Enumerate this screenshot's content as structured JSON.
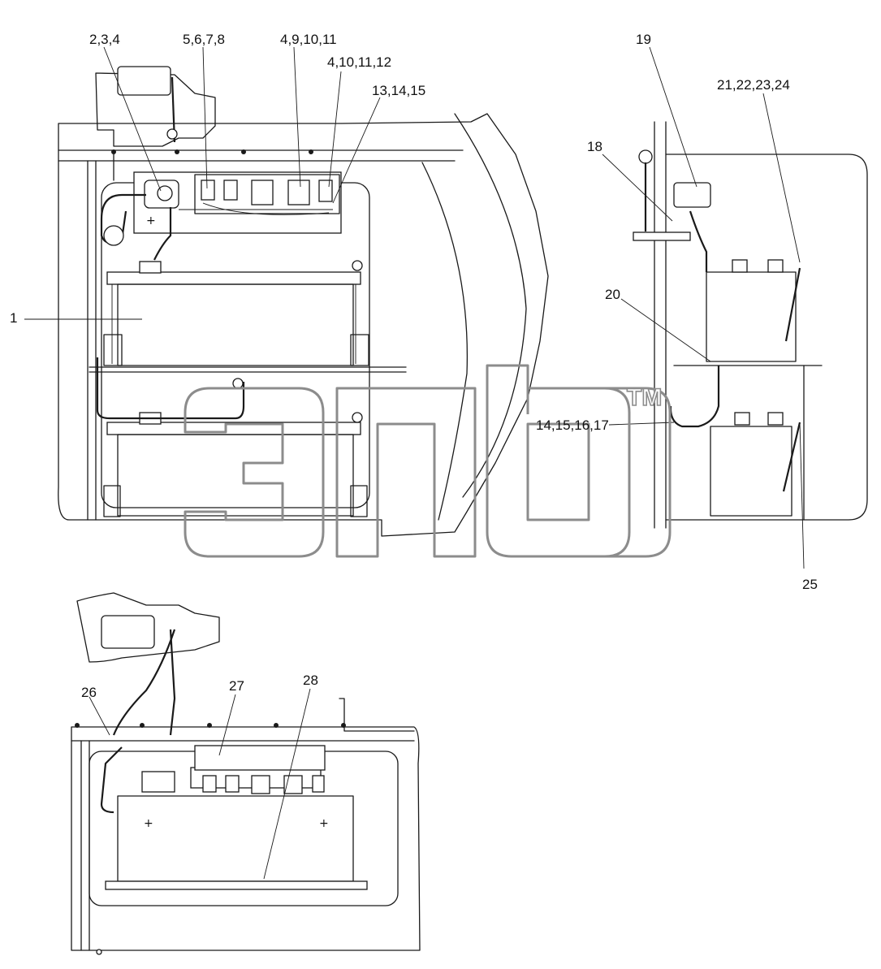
{
  "callouts": {
    "c_2_3_4": "2,3,4",
    "c_5_6_7_8": "5,6,7,8",
    "c_4_9_10_11": "4,9,10,11",
    "c_4_10_11_12": "4,10,11,12",
    "c_13_14_15": "13,14,15",
    "c_1": "1",
    "c_19": "19",
    "c_21_22_23_24": "21,22,23,24",
    "c_18": "18",
    "c_20": "20",
    "c_14_15_16_17": "14,15,16,17",
    "c_25": "25",
    "c_26": "26",
    "c_27": "27",
    "c_28": "28"
  },
  "polarity": {
    "positive": "+"
  },
  "watermark": {
    "trademark": "TM"
  },
  "colors": {
    "line": "#1a1a1a",
    "watermark": "#8c8c8c",
    "background": "#ffffff"
  }
}
